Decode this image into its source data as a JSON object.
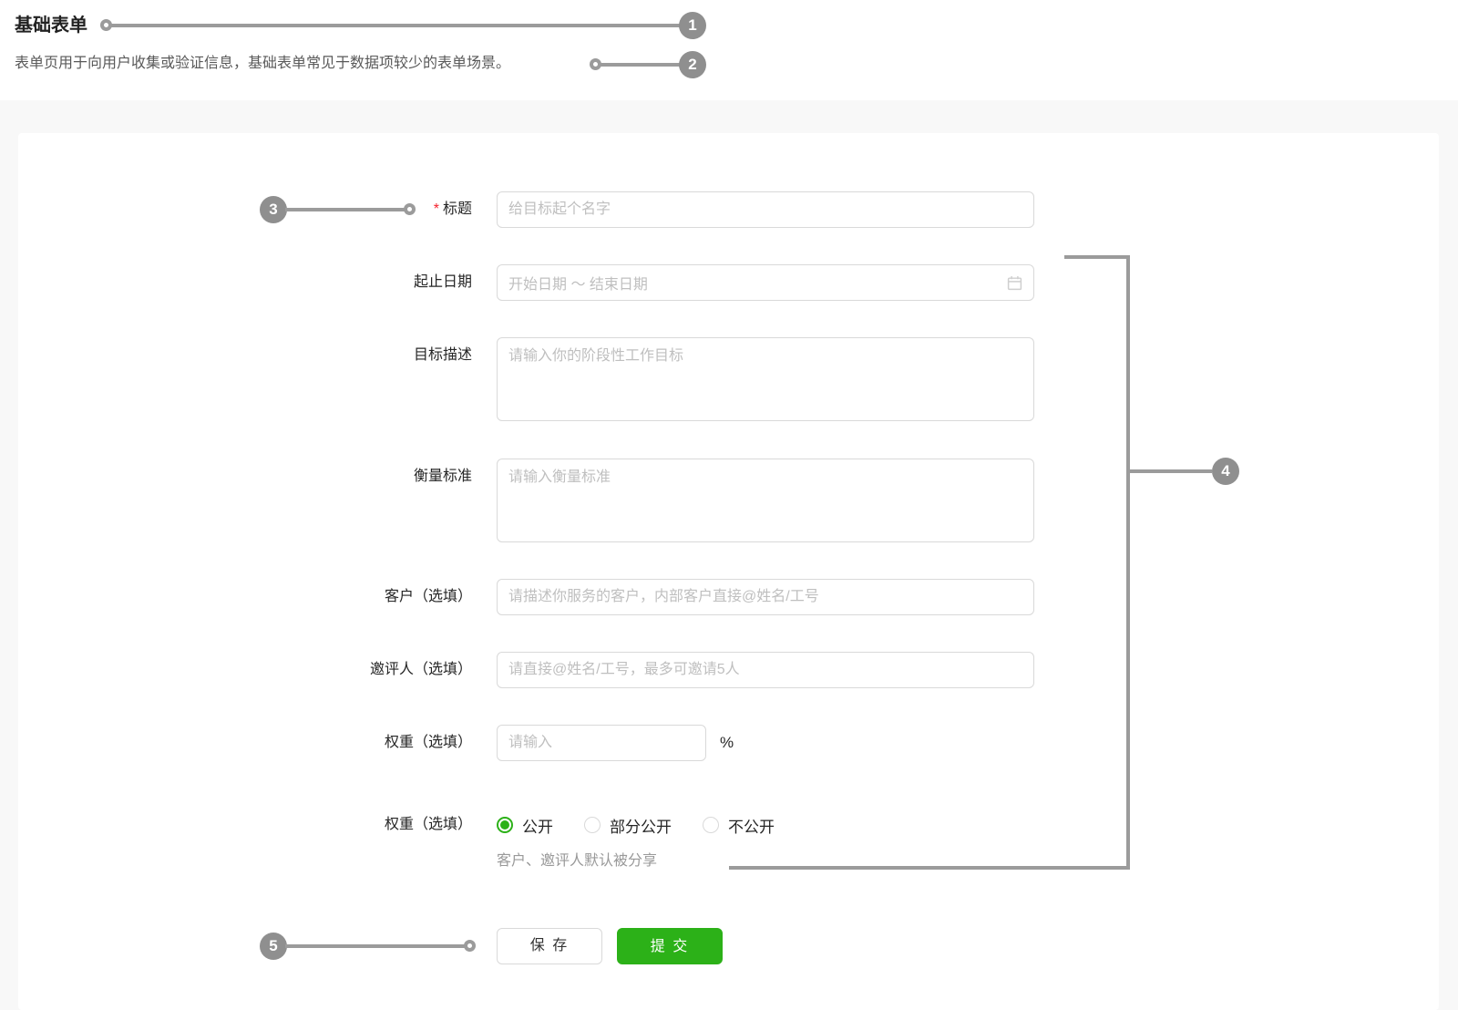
{
  "header": {
    "title": "基础表单",
    "subtitle": "表单页用于向用户收集或验证信息，基础表单常见于数据项较少的表单场景。"
  },
  "form": {
    "title_field": {
      "label": "标题",
      "required_mark": "*",
      "placeholder": "给目标起个名字"
    },
    "date_field": {
      "label": "起止日期",
      "placeholder": "开始日期  ～  结束日期"
    },
    "goal_field": {
      "label": "目标描述",
      "placeholder": "请输入你的阶段性工作目标"
    },
    "standard_field": {
      "label": "衡量标准",
      "placeholder": "请输入衡量标准"
    },
    "client_field": {
      "label": "客户（选填）",
      "placeholder": "请描述你服务的客户，内部客户直接@姓名/工号"
    },
    "invitee_field": {
      "label": "邀评人（选填）",
      "placeholder": "请直接@姓名/工号，最多可邀请5人"
    },
    "weight_field": {
      "label": "权重（选填）",
      "placeholder": "请输入",
      "suffix": "%"
    },
    "disclosure_field": {
      "label": "权重（选填）",
      "options": [
        {
          "label": "公开",
          "selected": true
        },
        {
          "label": "部分公开",
          "selected": false
        },
        {
          "label": "不公开",
          "selected": false
        }
      ],
      "help": "客户、邀评人默认被分享"
    },
    "actions": {
      "save": "保 存",
      "submit": "提 交"
    }
  },
  "annotations": {
    "markers": [
      "1",
      "2",
      "3",
      "4",
      "5"
    ]
  },
  "colors": {
    "primary_green": "#2cb118",
    "required_red": "#f5222d",
    "marker_gray": "#8f8f8f",
    "line_gray": "#9b9b9b",
    "input_border": "#d9d9d9",
    "placeholder_gray": "#bfbfbf",
    "content_bg": "#f8f8f8"
  }
}
